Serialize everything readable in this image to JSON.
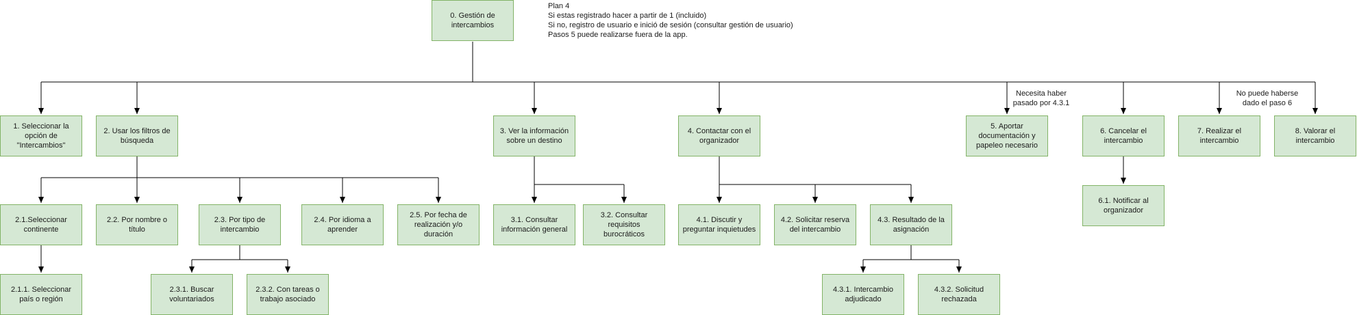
{
  "plan_note": "Plan 4\nSi estas registrado hacer a partir de 1 (incluido)\nSi no, registro de usuario e inició de sesión (consultar gestión de usuario)\nPasos 5 puede realizarse fuera de la app.",
  "nodes": {
    "root": "0. Gestión de\nintercambios",
    "n1": "1. Seleccionar la\nopción de\n\"Intercambios\"",
    "n2": "2. Usar los filtros de\nbúsqueda",
    "n3": "3. Ver la información\nsobre un destino",
    "n4": "4. Contactar con el\norganizador",
    "n5": "5. Aportar\ndocumentación y\npapeleo necesario",
    "n6": "6. Cancelar el\nintercambio",
    "n7": "7. Realizar el\nintercambio",
    "n8": "8. Valorar el\nintercambio",
    "n2_1": "2.1.Seleccionar\ncontinente",
    "n2_2": "2.2. Por nombre o\ntítulo",
    "n2_3": "2.3. Por tipo de\nintercambio",
    "n2_4": "2.4. Por idioma a\naprender",
    "n2_5": "2.5. Por fecha de\nrealización y/o\nduración",
    "n3_1": "3.1. Consultar\ninformación general",
    "n3_2": "3.2. Consultar\nrequisitos\nburocráticos",
    "n4_1": "4.1. Discutir y\npreguntar inquietudes",
    "n4_2": "4.2. Solicitar reserva\ndel intercambio",
    "n4_3": "4.3. Resultado de la\nasignación",
    "n6_1": "6.1. Notificar al\norganizador",
    "n2_1_1": "2.1.1. Seleccionar\npaís o región",
    "n2_3_1": "2.3.1. Buscar\nvoluntariados",
    "n2_3_2": "2.3.2. Con tareas o\ntrabajo asociado",
    "n4_3_1": "4.3.1. Intercambio\nadjudicado",
    "n4_3_2": "4.3.2. Solicitud\nrechazada"
  },
  "edge_notes": {
    "n5": "Necesita haber\npasado por 4.3.1",
    "n8": "No puede haberse\ndado el paso 6"
  },
  "colors": {
    "node_fill": "#d5e8d4",
    "node_border": "#82b366",
    "line": "#000000"
  }
}
